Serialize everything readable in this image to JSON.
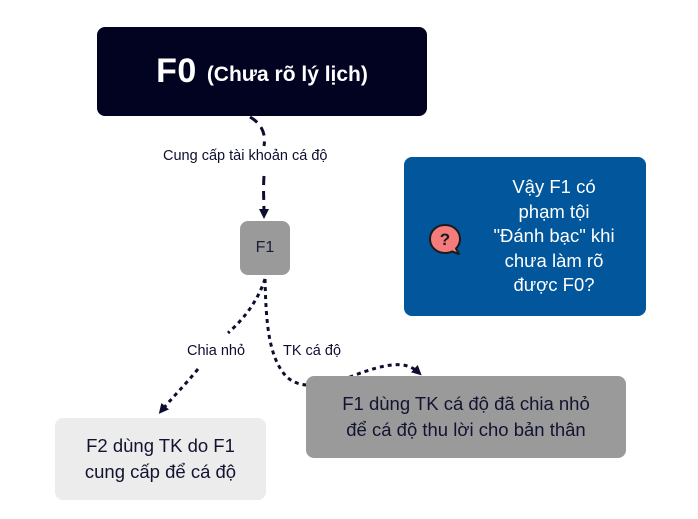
{
  "nodes": {
    "f0": {
      "title": "F0",
      "subtitle": "(Chưa rõ lý lịch)"
    },
    "f1": {
      "label": "F1"
    },
    "question": {
      "lines": [
        "Vậy F1 có",
        "phạm tội",
        "\"Đánh bạc\" khi",
        "chưa làm rõ",
        "được F0?"
      ],
      "icon": "question-bubble-icon"
    },
    "f1_use": {
      "lines": [
        "F1 dùng TK cá độ đã chia nhỏ",
        "để cá độ thu lời cho bản thân"
      ]
    },
    "f2": {
      "lines": [
        "F2 dùng TK do F1",
        "cung cấp để cá độ"
      ]
    }
  },
  "edges": {
    "f0_to_f1": {
      "label": "Cung cấp tài khoản cá độ"
    },
    "f1_to_f2": {
      "label": "Chia nhỏ"
    },
    "f1_to_f1use": {
      "label": "TK cá độ"
    }
  },
  "colors": {
    "f0_bg": "#020221",
    "f1_bg": "#9a9a9a",
    "question_bg": "#02569b",
    "f2_bg": "#ececec",
    "icon_fill": "#f47c7c",
    "edge": "#0d0e2f"
  }
}
